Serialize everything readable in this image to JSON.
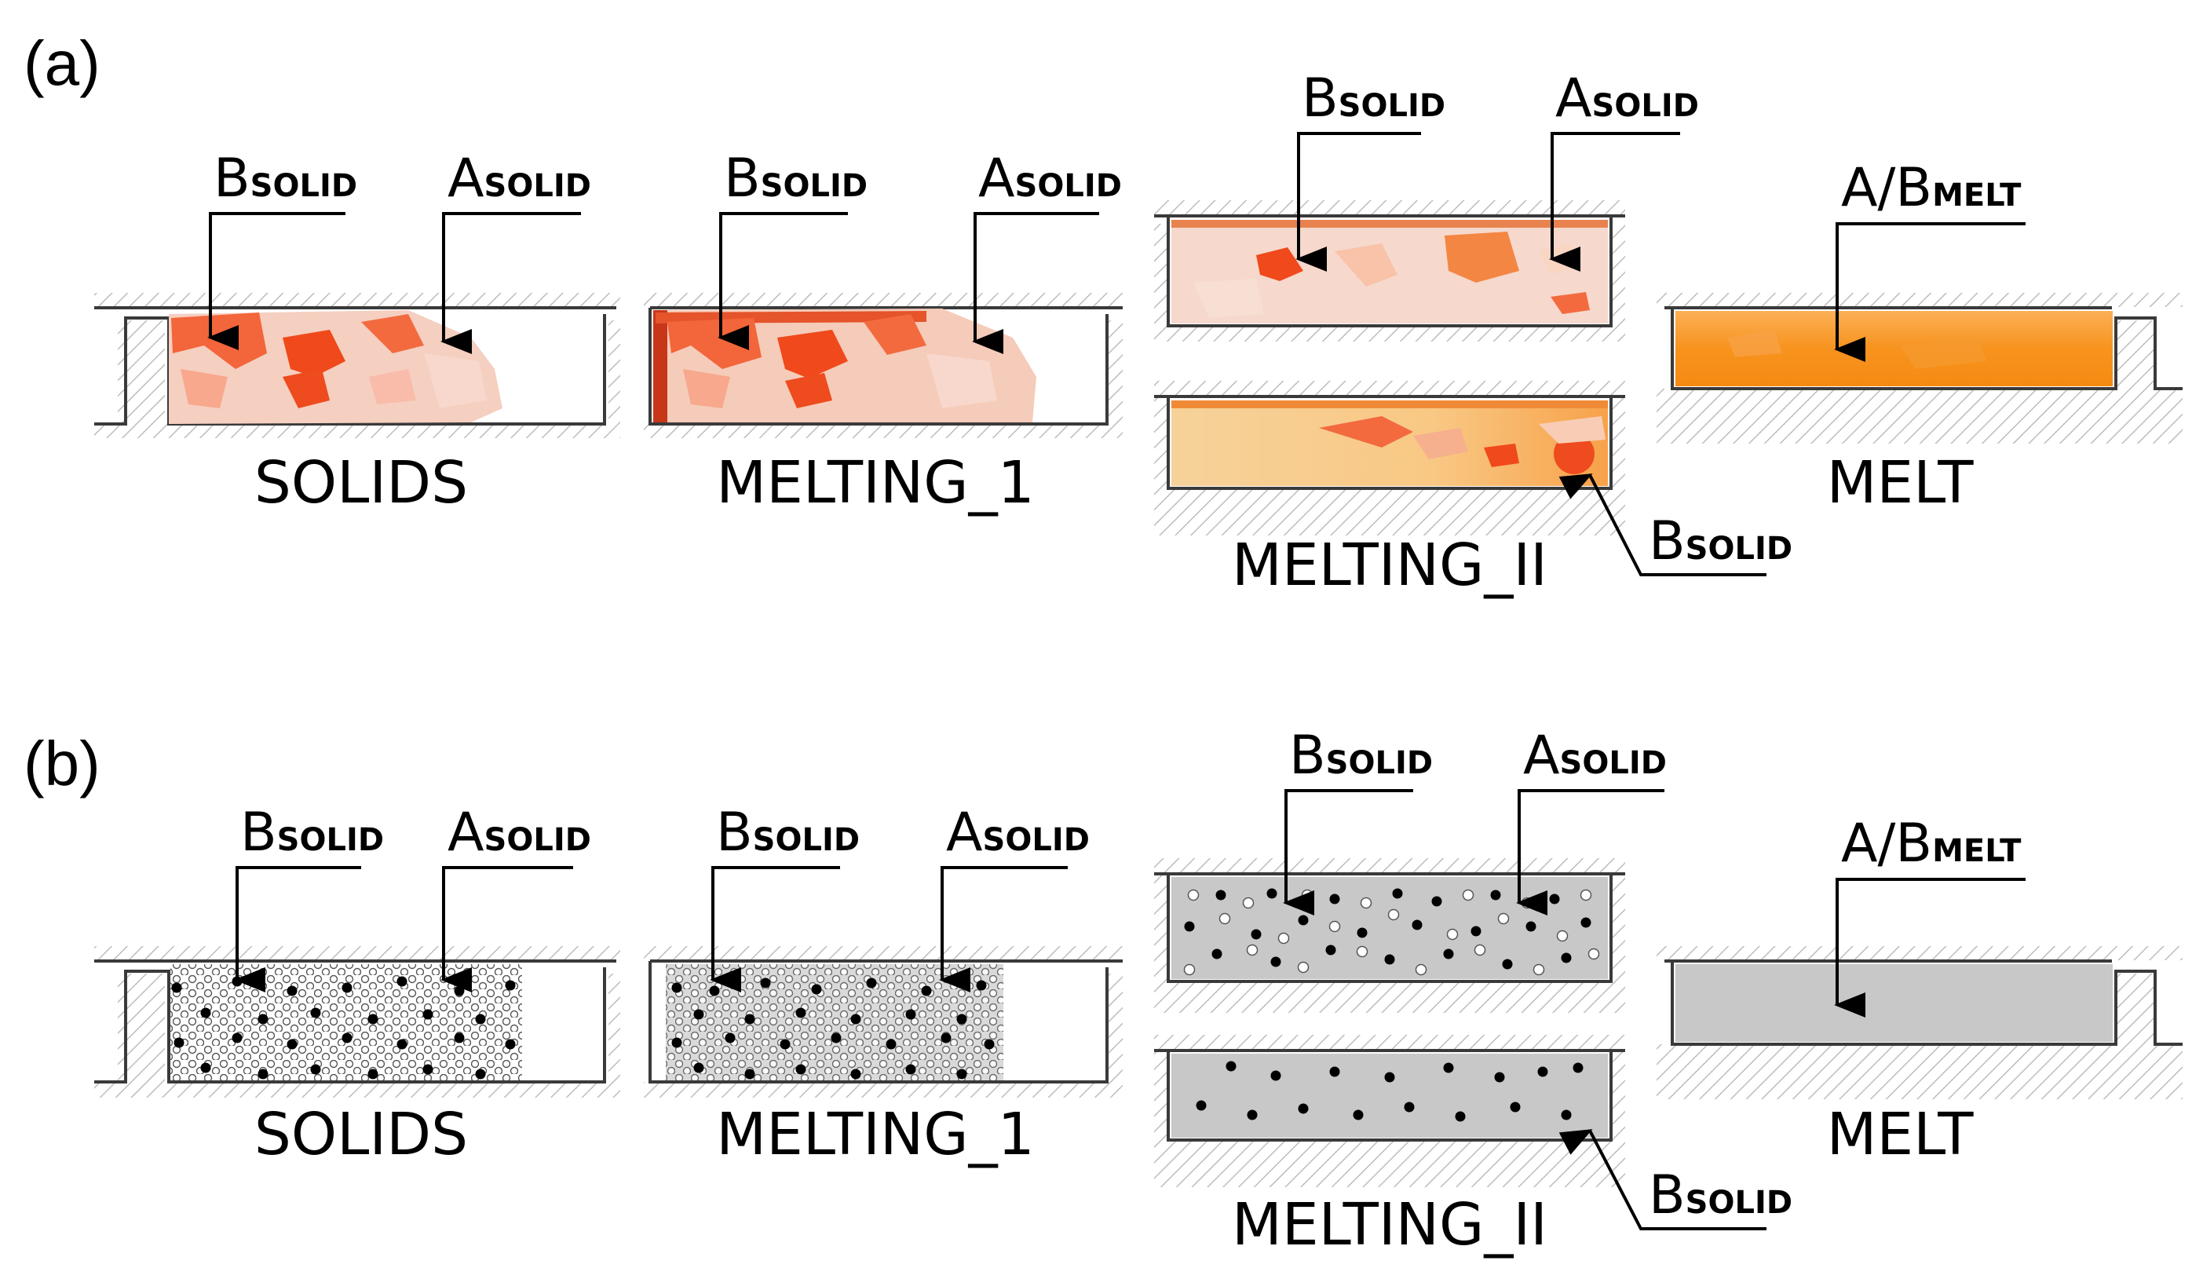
{
  "panels": [
    {
      "label": "(a)"
    },
    {
      "label": "(b)"
    }
  ],
  "stages": {
    "solids": "SOLIDS",
    "melting_1": "MELTING_1",
    "melting_2": "MELTING_II",
    "melt": "MELT"
  },
  "callouts": {
    "b_solid": {
      "main": "B",
      "sub": "SOLID"
    },
    "a_solid": {
      "main": "A",
      "sub": "SOLID"
    },
    "ab_melt": {
      "main": "A/B",
      "sub": "MELT"
    }
  },
  "colors": {
    "photo_solid_light": "#f7c9b4",
    "photo_solid_dark": "#f2541c",
    "photo_melt": "#f7931e",
    "photo_melt_light": "#f9b46a",
    "schematic_fill": "#c8c8c8",
    "hatch": "#bdbdbd"
  }
}
